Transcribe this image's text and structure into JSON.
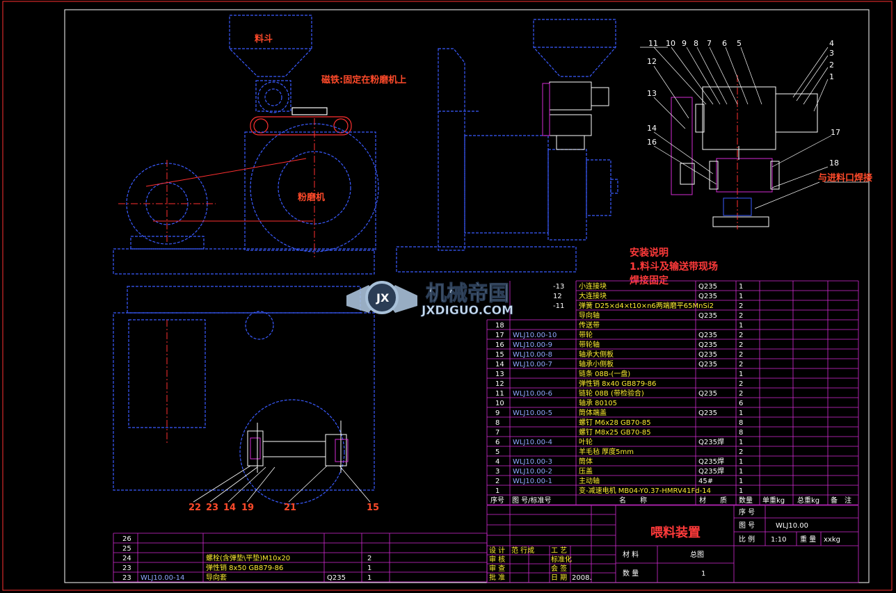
{
  "labels": {
    "hopper": "料斗",
    "magnet": "磁铁:固定在粉磨机上",
    "mill": "粉磨机",
    "weld": "与进料口焊接"
  },
  "balloons_right": [
    "11",
    "10",
    "9",
    "8",
    "7",
    "6",
    "5",
    "4",
    "3",
    "2",
    "1",
    "12",
    "13",
    "14",
    "16",
    "17",
    "18"
  ],
  "balloons_bottom": [
    "22",
    "23",
    "14",
    "19",
    "21",
    "15"
  ],
  "notes": {
    "heading": "安装说明",
    "line1": "1.料斗及输送带现场",
    "line2": "焊接固定"
  },
  "watermark": {
    "main": "机械帝国",
    "sub": "JXDIGUO.COM"
  },
  "bom_top": [
    {
      "no": "-13",
      "code": "",
      "name": "小连接块",
      "mat": "Q235",
      "qty": "1"
    },
    {
      "no": "12",
      "code": "",
      "name": "大连接块",
      "mat": "Q235",
      "qty": "1"
    },
    {
      "no": "-11",
      "code": "",
      "name": "弹簧 D25×d4×t10×n6两端磨平65MnSi2",
      "mat": "",
      "qty": "2"
    },
    {
      "no": "",
      "code": "",
      "name": "导向轴",
      "mat": "Q235",
      "qty": "2"
    }
  ],
  "bom_main": [
    {
      "no": "18",
      "code": "",
      "name": "传送带",
      "mat": "",
      "qty": "1"
    },
    {
      "no": "17",
      "code": "WLJ10.00-10",
      "name": "带轮",
      "mat": "Q235",
      "qty": "2"
    },
    {
      "no": "16",
      "code": "WLJ10.00-9",
      "name": "带轮轴",
      "mat": "Q235",
      "qty": "2"
    },
    {
      "no": "15",
      "code": "WLJ10.00-8",
      "name": "轴承大侧板",
      "mat": "Q235",
      "qty": "2"
    },
    {
      "no": "14",
      "code": "WLJ10.00-7",
      "name": "轴承小侧板",
      "mat": "Q235",
      "qty": "2"
    },
    {
      "no": "13",
      "code": "",
      "name": "链条 08B-(一盘)",
      "mat": "",
      "qty": "1"
    },
    {
      "no": "12",
      "code": "",
      "name": "弹性销 8x40 GB879-86",
      "mat": "",
      "qty": "2"
    },
    {
      "no": "11",
      "code": "WLJ10.00-6",
      "name": "链轮 08B (带检验合)",
      "mat": "Q235",
      "qty": "2"
    },
    {
      "no": "10",
      "code": "",
      "name": "轴承 80105",
      "mat": "",
      "qty": "6"
    },
    {
      "no": "9",
      "code": "WLJ10.00-5",
      "name": "筒体端盖",
      "mat": "Q235",
      "qty": "1"
    },
    {
      "no": "8",
      "code": "",
      "name": "螺钉 M6x28 GB70-85",
      "mat": "",
      "qty": "8"
    },
    {
      "no": "7",
      "code": "",
      "name": "螺钉 M8x25 GB70-85",
      "mat": "",
      "qty": "8"
    },
    {
      "no": "6",
      "code": "WLJ10.00-4",
      "name": "叶轮",
      "mat": "Q235焊",
      "qty": "1"
    },
    {
      "no": "5",
      "code": "",
      "name": "羊毛毡 厚度5mm",
      "mat": "",
      "qty": "2"
    },
    {
      "no": "4",
      "code": "WLJ10.00-3",
      "name": "筒体",
      "mat": "Q235焊",
      "qty": "1"
    },
    {
      "no": "3",
      "code": "WLJ10.00-2",
      "name": "压盖",
      "mat": "Q235焊",
      "qty": "1"
    },
    {
      "no": "2",
      "code": "WLJ10.00-1",
      "name": "主动轴",
      "mat": "45#",
      "qty": "1"
    },
    {
      "no": "1",
      "code": "",
      "name": "变-减速电机 MB04-Y0.37-HMRV41Fd-14",
      "mat": "",
      "qty": "1"
    }
  ],
  "bom_header": {
    "no": "序号",
    "code": "图 号/标准号",
    "name": "名　　称",
    "mat": "材　　质",
    "qty": "数量",
    "unit": "单重kg",
    "total": "总重kg",
    "remark": "备　注"
  },
  "title_block": {
    "drawing_name": "喂料装置",
    "seq_label": "序 号",
    "drawno_label": "图 号",
    "drawno": "WLJ10.00",
    "scale_label": "比 例",
    "scale": "1:10",
    "weight_label": "重 量",
    "weight_unit": "xxkg",
    "material_label": "材 料",
    "material_value": "总图",
    "qty_label": "数 量",
    "qty_value": "1",
    "design_label": "设 计",
    "design_value": "范 行成",
    "process_label": "工 艺",
    "check_label": "审 核",
    "std_label": "标准化",
    "review_label": "审 查",
    "sign_label": "会 签",
    "approve_label": "批 准",
    "date_label": "日 期",
    "date_value": "2008."
  },
  "bom_bottom": [
    {
      "no": "26",
      "code": "",
      "name": "",
      "mat": "",
      "qty": ""
    },
    {
      "no": "25",
      "code": "",
      "name": "",
      "mat": "",
      "qty": ""
    },
    {
      "no": "24",
      "code": "",
      "name": "螺栓(含弹垫\\平垫)M10x20",
      "mat": "",
      "qty": "2"
    },
    {
      "no": "23",
      "code": "",
      "name": "弹性销 8x50 GB879-86",
      "mat": "",
      "qty": "1"
    },
    {
      "no": "23",
      "code": "WLJ10.00-14",
      "name": "导向套",
      "mat": "Q235",
      "qty": "1"
    }
  ],
  "colors": {
    "background": "#000000",
    "frame": "#ffffff",
    "outline_blue": "#3a5bff",
    "center_red": "#ff3030",
    "table_magenta": "#d42bd4",
    "text_yellow": "#ffee33",
    "label_red": "#ff4a2a"
  }
}
